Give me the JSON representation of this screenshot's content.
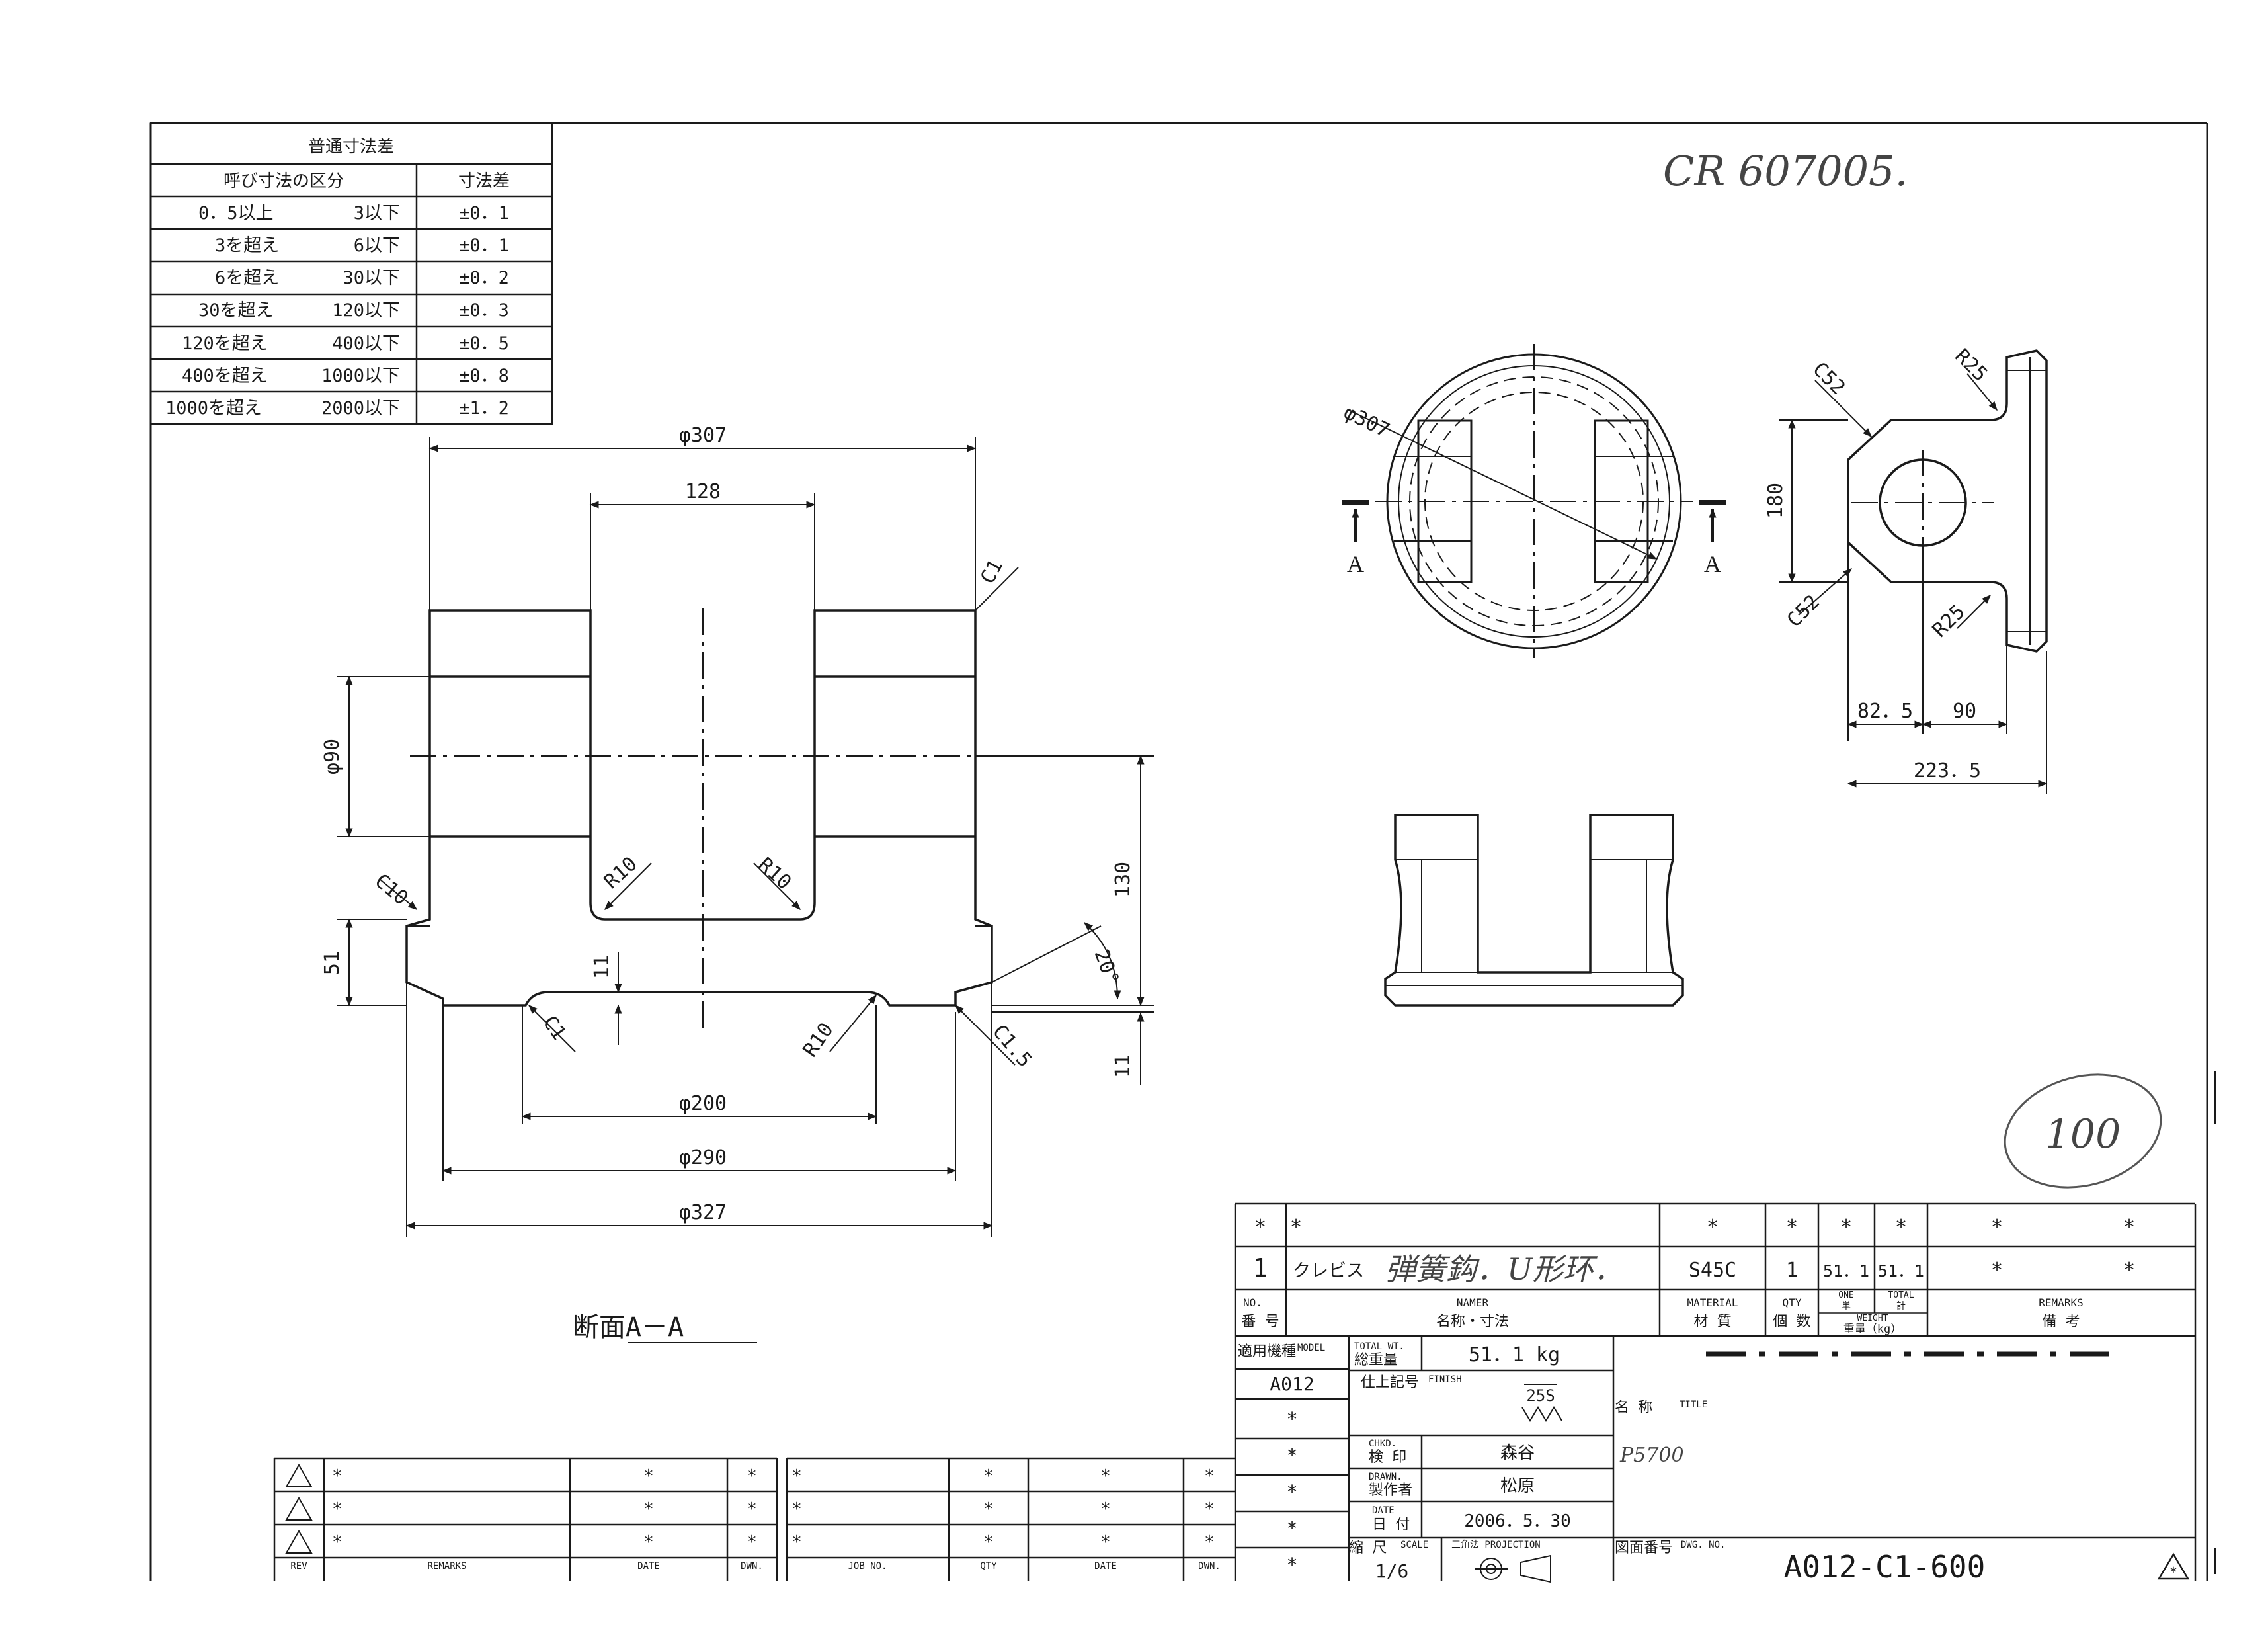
{
  "handwritten_code": "CR 607005.",
  "handwritten_circled": "100",
  "tolerance_table": {
    "title": "普通寸法差",
    "col_range": "呼び寸法の区分",
    "col_tol": "寸法差",
    "rows": [
      {
        "from": "0．5以上",
        "to": "3以下",
        "tol": "±0．1"
      },
      {
        "from": "3を超え",
        "to": "6以下",
        "tol": "±0．1"
      },
      {
        "from": "6を超え",
        "to": "30以下",
        "tol": "±0．2"
      },
      {
        "from": "30を超え",
        "to": "120以下",
        "tol": "±0．3"
      },
      {
        "from": "120を超え",
        "to": "400以下",
        "tol": "±0．5"
      },
      {
        "from": "400を超え",
        "to": "1000以下",
        "tol": "±0．8"
      },
      {
        "from": "1000を超え",
        "to": "2000以下",
        "tol": "±1．2"
      }
    ]
  },
  "section_dims": {
    "d307": "φ307",
    "d128": "128",
    "c1_top": "C1",
    "d90": "φ90",
    "d130": "130",
    "c10": "C10",
    "r10_left": "R10",
    "r10_right": "R10",
    "d51": "51",
    "d11_center": "11",
    "angle20": "20°",
    "c1_bottom": "C1",
    "r10_bottom": "R10",
    "c15": "C1.5",
    "d11_right": "11",
    "d200": "φ200",
    "d290": "φ290",
    "d327": "φ327"
  },
  "section_label": "断面A－A",
  "top_view": {
    "d307": "φ307",
    "mark_left": "A",
    "mark_right": "A"
  },
  "side_view": {
    "c52_top": "C52",
    "r25_top": "R25",
    "d180": "180",
    "c52_bottom": "C52",
    "r25_bottom": "R25",
    "d825": "82．5",
    "d90": "90",
    "d2235": "223．5"
  },
  "parts_list": {
    "row_star": [
      "*",
      "*",
      "*",
      "*",
      "*",
      "*",
      "*",
      "*"
    ],
    "row1": {
      "no": "1",
      "name": "クレビス",
      "handwritten": "弾簧鈎．U形环．",
      "material": "S45C",
      "qty": "1",
      "weight_unit": "51．1",
      "weight_total": "51．1",
      "remark1": "*",
      "remark2": "*"
    },
    "header": {
      "no_en": "NO.",
      "no_jp": "番 号",
      "name_en": "NAMER",
      "name_jp": "名称・寸法",
      "material_en": "MATERIAL",
      "material_jp": "材 質",
      "qty_en": "QTY",
      "qty_jp": "個 数",
      "one_en": "ONE",
      "one_jp": "単",
      "total_en": "TOTAL",
      "total_jp": "計",
      "weight_en": "WEIGHT",
      "weight_jp": "重量（kg）",
      "remarks_en": "REMARKS",
      "remarks_jp": "備 考"
    }
  },
  "title_block": {
    "model_label_jp": "適用機種",
    "model_label_en": "MODEL",
    "model_value": "A012",
    "model_star1": "*",
    "model_star2": "*",
    "model_star3": "*",
    "model_star4": "*",
    "model_star5": "*",
    "total_wt_en": "TOTAL WT.",
    "total_wt_jp": "総重量",
    "total_wt_value": "51．1 kg",
    "finish_jp": "仕上記号",
    "finish_en": "FINISH",
    "finish_value": "25S",
    "checked_en": "CHKD.",
    "checked_jp": "検 印",
    "checked_value": "森谷",
    "drawn_en": "DRAWN.",
    "drawn_jp": "製作者",
    "drawn_value": "松原",
    "date_en": "DATE",
    "date_jp": "日 付",
    "date_value": "2006．5．30",
    "scale_jp": "縮 尺",
    "scale_en": "SCALE",
    "scale_value": "1/6",
    "projection": "三角法 PROJECTION",
    "title_jp": "名 称",
    "title_en": "TITLE",
    "title_handwritten": "P5700",
    "dwg_jp": "図面番号",
    "dwg_en": "DWG. NO.",
    "dwg_value": "A012-C1-600",
    "rev_mark": "*"
  },
  "revision": {
    "rows": [
      [
        "*",
        "*",
        "*"
      ],
      [
        "*",
        "*",
        "*"
      ],
      [
        "*",
        "*",
        "*"
      ]
    ],
    "rows2": [
      [
        "*",
        "*",
        "*",
        "*"
      ],
      [
        "*",
        "*",
        "*",
        "*"
      ],
      [
        "*",
        "*",
        "*",
        "*"
      ]
    ],
    "header": {
      "rev": "REV",
      "remarks": "REMARKS",
      "date": "DATE",
      "dwn": "DWN.",
      "job": "JOB NO.",
      "qty": "QTY",
      "date2": "DATE",
      "dwn2": "DWN."
    }
  }
}
